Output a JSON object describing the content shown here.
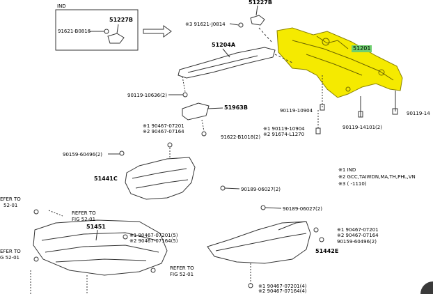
{
  "inset": {
    "title": "IND",
    "part_51227b": "51227B",
    "part_91621": "91621-B0816"
  },
  "parts": {
    "p51227b_top": "51227B",
    "p91621_j0814": "※3 91621-J0814",
    "p51204a": "51204A",
    "p51201": "51201",
    "p90119_10636": "90119-10636(2)",
    "p51963b": "51963B",
    "p90119_10904_left": "90119-10904",
    "p90119_14101": "90119-14101(2)",
    "p90119_right": "90119-14",
    "p90467_07201_a": "※1 90467-07201",
    "p90467_07164_a": "※2 90467-07164",
    "p91622_b1018": "91622-B1018(2)",
    "p90119_10904_mid": "※1 90119-10904",
    "p91674_l1270": "※2 91674-L1270",
    "p90159_60496_a": "90159-60496(2)",
    "p51441c": "51441C",
    "p90189_06027_a": "90189-06027(2)",
    "p90189_06027_b": "90189-06027(2)",
    "refer_left_a1": "EFER TO",
    "refer_left_a2": "52-01",
    "refer_mid_1": "REFER TO",
    "refer_mid_2": "FIG 52-01",
    "p51451": "51451",
    "refer_left_b1": "EFER TO",
    "refer_left_b2": "G 52-01",
    "p90467_07201_b": "※1 90467-07201(5)",
    "p90467_07164_b": "※2 90467-07164(5)",
    "refer_bot_1": "REFER TO",
    "refer_bot_2": "FIG 52-01",
    "p90467_07201_c": "※1 90467-07201",
    "p90467_07164_c": "※2 90467-07164",
    "p90159_60496_b": "90159-60496(2)",
    "p51442e": "51442E",
    "p90467_07201_d": "※1 90467-07201(4)",
    "p90467_07164_d": "※2 90467-07164(4)"
  },
  "legend": {
    "line1": "※1  IND",
    "line2": "※2  GCC,TAIWDN,MA,TH,PHL,VN",
    "line3": "※3  (        -1110)"
  },
  "colors": {
    "highlight": "#f5ea00",
    "label_bg": "#6fcf6f",
    "line": "#222222"
  }
}
